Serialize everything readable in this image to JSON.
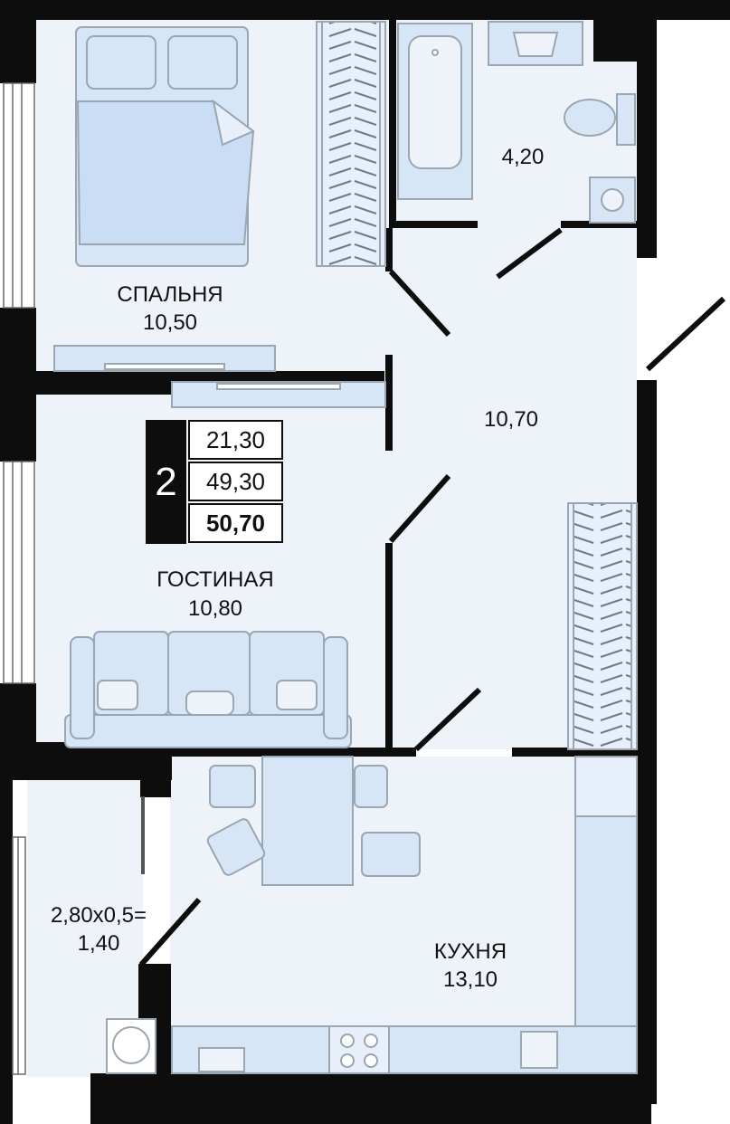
{
  "rooms": {
    "bedroom": {
      "name": "СПАЛЬНЯ",
      "area": "10,50"
    },
    "bathroom": {
      "area": "4,20"
    },
    "hall": {
      "area": "10,70"
    },
    "living": {
      "name": "ГОСТИНАЯ",
      "area": "10,80"
    },
    "kitchen": {
      "name": "КУХНЯ",
      "area": "13,10"
    },
    "balcony": {
      "formula": "2,80x0,5=",
      "area": "1,40"
    }
  },
  "summary": {
    "room_count": "2",
    "living_area": "21,30",
    "net_area": "49,30",
    "total_area": "50,70"
  },
  "colors": {
    "wall": "#0d0d0d",
    "floor": "#eef3fa",
    "furniture": "#d6e6f7",
    "furniture_stroke": "#9aa6b2"
  }
}
